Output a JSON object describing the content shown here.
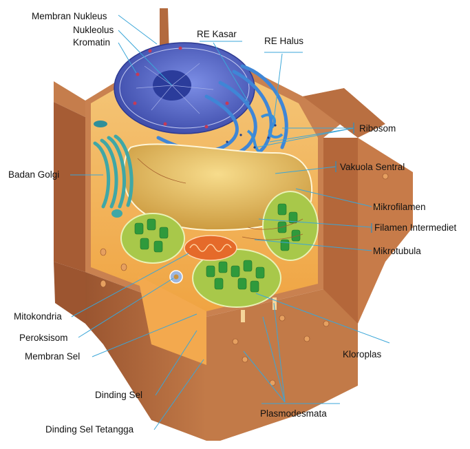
{
  "labels": {
    "membran_nukleus": "Membran Nukleus",
    "nukleolus": "Nukleolus",
    "kromatin": "Kromatin",
    "re_kasar": "RE Kasar",
    "re_halus": "RE Halus",
    "ribosom": "Ribosom",
    "badan_golgi": "Badan Golgi",
    "vakuola_sentral": "Vakuola Sentral",
    "mikrofilamen": "Mikrofilamen",
    "filamen_intermediet": "Filamen Intermediet",
    "mikrotubula": "Mikrotubula",
    "mitokondria": "Mitokondria",
    "peroksisom": "Peroksisom",
    "membran_sel": "Membran Sel",
    "kloroplas": "Kloroplas",
    "dinding_sel": "Dinding Sel",
    "plasmodesmata": "Plasmodesmata",
    "dinding_sel_tetangga": "Dinding Sel Tetangga"
  },
  "colors": {
    "cell_wall": "#b0683b",
    "cell_wall_light": "#d48f5e",
    "cytoplasm": "#f2b35a",
    "nucleus": "#5566c4",
    "er": "#3f7fd0",
    "vacuole": "#e6bd55",
    "chloroplast": "#9bbf3a",
    "thylakoid": "#2f9a3c",
    "golgi": "#3fa7a6",
    "mitochondria": "#e56a2a",
    "leader_line": "#3aa6d8"
  }
}
